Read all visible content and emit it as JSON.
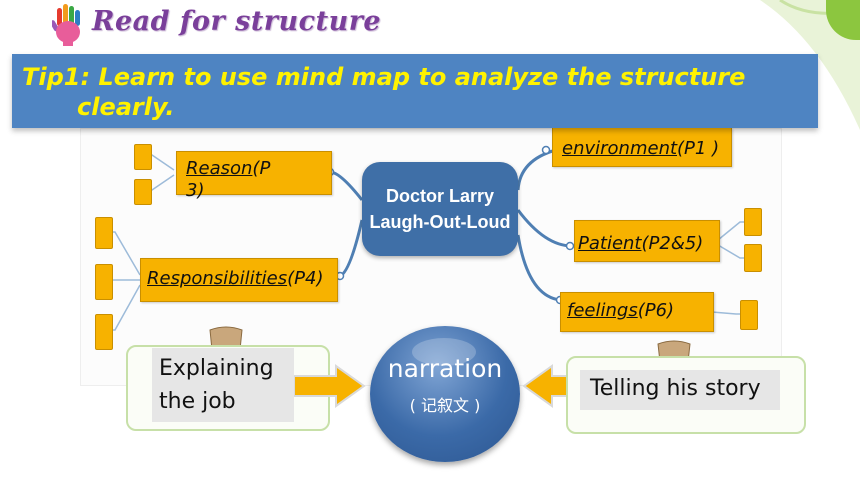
{
  "header": {
    "title": "Read for structure"
  },
  "tip": {
    "line1": "Tip1: Learn to use mind map to analyze the structure",
    "line2": "clearly."
  },
  "mind_map": {
    "center_line1": "Doctor Larry",
    "center_line2": "Laugh-Out-Loud",
    "left_nodes": [
      {
        "word": "Reason",
        "paren": "(P3)"
      },
      {
        "word": "Responsibilities",
        "paren": "(P4)"
      }
    ],
    "right_nodes": [
      {
        "word": "environment",
        "paren": "(P1 )"
      },
      {
        "word": "Patient",
        "paren": "(P2&5)"
      },
      {
        "word": "feelings",
        "paren": "(P6)"
      }
    ]
  },
  "narration": {
    "main": "narration",
    "sub": "( 记叙文 )",
    "left_box": "Explaining the job",
    "right_box": "Telling his story"
  },
  "colors": {
    "tip_bar": "#4e84c2",
    "tip_text": "#fff200",
    "title": "#7a3f9a",
    "node_fill": "#f7b200",
    "center_node": "#3f6fa7",
    "arrow": "#f7b200"
  }
}
